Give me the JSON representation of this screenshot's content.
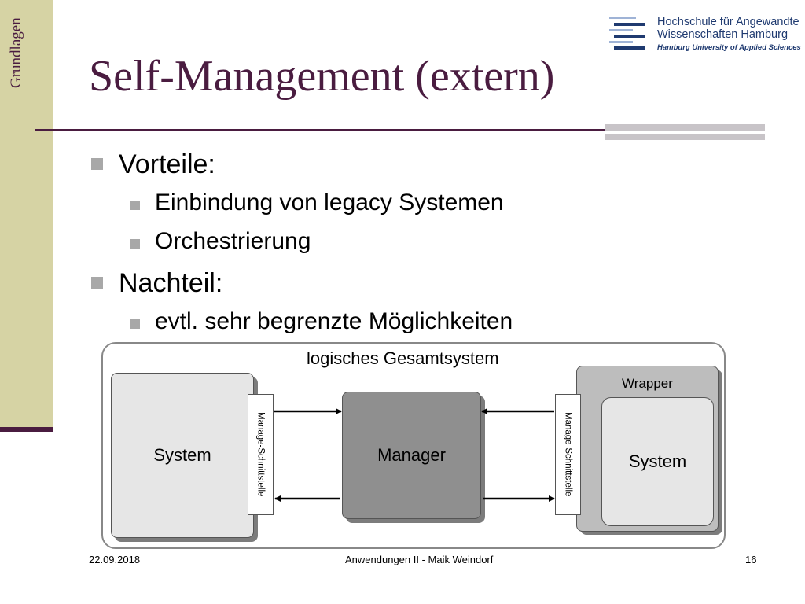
{
  "sidebar": {
    "label": "Grundlagen"
  },
  "logo": {
    "line1": "Hochschule für Angewandte",
    "line2": "Wissenschaften Hamburg",
    "line3": "Hamburg University of Applied Sciences"
  },
  "title": "Self-Management (extern)",
  "bullets": {
    "advantages": {
      "label": "Vorteile:",
      "items": [
        "Einbindung von legacy Systemen",
        "Orchestrierung"
      ]
    },
    "disadvantages": {
      "label": "Nachteil:",
      "items": [
        "evtl. sehr begrenzte Möglichkeiten"
      ]
    }
  },
  "diagram": {
    "container_label": "logisches Gesamtsystem",
    "left_system": "System",
    "left_interface": "Manage-Schnittstelle",
    "manager": "Manager",
    "right_interface": "Manage-Schnittstelle",
    "wrapper": "Wrapper",
    "right_system": "System"
  },
  "footer": {
    "date": "22.09.2018",
    "center": "Anwendungen II - Maik Weindorf",
    "page": "16"
  },
  "colors": {
    "sidebar": "#d6d3a4",
    "accent": "#4a1c40",
    "bullet": "#a8a8a8",
    "manager": "#8f8f8f",
    "wrapper": "#bdbdbd",
    "system": "#e6e6e6",
    "logo": "#1f3a70"
  }
}
